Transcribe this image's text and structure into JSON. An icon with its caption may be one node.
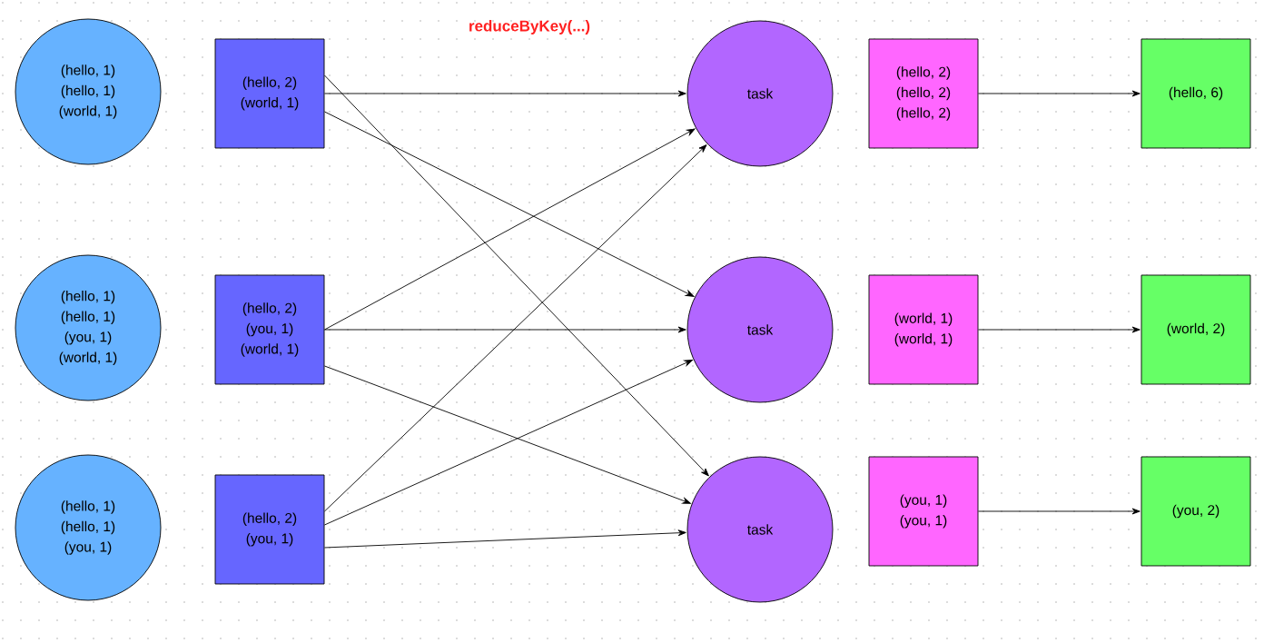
{
  "diagram": {
    "title": "reduceByKey(...)",
    "nodes": [
      {
        "text": [
          "(hello, 1)",
          "(hello, 1)",
          "(world, 1)"
        ]
      },
      {
        "text": [
          "(hello, 1)",
          "(hello, 1)",
          "(you, 1)",
          "(world, 1)"
        ]
      },
      {
        "text": [
          "(hello, 1)",
          "(hello, 1)",
          "(you, 1)"
        ]
      },
      {
        "text": [
          "(hello, 2)",
          "(world, 1)"
        ]
      },
      {
        "text": [
          "(hello, 2)",
          "(you, 1)",
          "(world, 1)"
        ]
      },
      {
        "text": [
          "(hello, 2)",
          "(you, 1)"
        ]
      },
      {
        "text": [
          "task"
        ]
      },
      {
        "text": [
          "task"
        ]
      },
      {
        "text": [
          "task"
        ]
      },
      {
        "text": [
          "(hello, 2)",
          "(hello, 2)",
          "(hello, 2)"
        ]
      },
      {
        "text": [
          "(world, 1)",
          "(world, 1)"
        ]
      },
      {
        "text": [
          "(you, 1)",
          "(you, 1)"
        ]
      },
      {
        "text": [
          "(hello, 6)"
        ]
      },
      {
        "text": [
          "(world, 2)"
        ]
      },
      {
        "text": [
          "(you, 2)"
        ]
      }
    ],
    "edges": [
      {
        "from": 3,
        "to": 6,
        "arrow": "to"
      },
      {
        "from": 3,
        "to": 7,
        "arrow": "to"
      },
      {
        "from": 3,
        "to": 8,
        "arrow": "to"
      },
      {
        "from": 4,
        "to": 6,
        "arrow": "to"
      },
      {
        "from": 4,
        "to": 7,
        "arrow": "to"
      },
      {
        "from": 4,
        "to": 8,
        "arrow": "to"
      },
      {
        "from": 5,
        "to": 6,
        "arrow": "to"
      },
      {
        "from": 5,
        "to": 7,
        "arrow": "to"
      },
      {
        "from": 5,
        "to": 8,
        "arrow": "to"
      },
      {
        "from": 9,
        "to": 12,
        "arrow": "to"
      },
      {
        "from": 10,
        "to": 13,
        "arrow": "to"
      },
      {
        "from": 11,
        "to": 14,
        "arrow": "to"
      }
    ]
  }
}
